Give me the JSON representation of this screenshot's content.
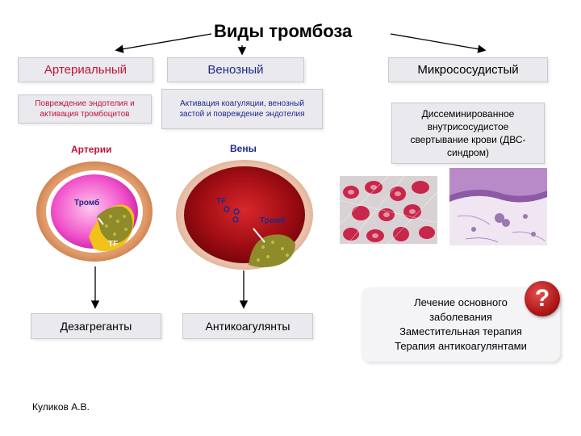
{
  "title": "Виды тромбоза",
  "columns": {
    "arterial": {
      "heading": "Артериальный",
      "mechanism": "Повреждение эндотелия и активация тромбоцитов",
      "vessel": "Артерии",
      "thrombus": "Тромб",
      "tf": "TF",
      "result": "Дезагреганты"
    },
    "venous": {
      "heading": "Венозный",
      "mechanism": "Активация коагуляции, венозный застой и повреждение эндотелия",
      "vessel": "Вены",
      "tf": "TF",
      "thrombus": "Тромб",
      "result": "Антикоагулянты"
    },
    "micro": {
      "heading": "Микрососудистый",
      "mechanism": "Диссеминированное внутрисосудистое свертывание крови (ДВС-синдром)",
      "treatment": [
        "Лечение основного",
        "заболевания",
        "Заместительная терапия",
        "Терапия антикоагулянтами"
      ],
      "question_mark": "?"
    }
  },
  "author": "Куликов А.В.",
  "colors": {
    "arterial_text": "#c0143c",
    "venous_text": "#1f2a8a",
    "box_fill": "#e9e9ee",
    "thrombus": "#8f8a2a"
  }
}
